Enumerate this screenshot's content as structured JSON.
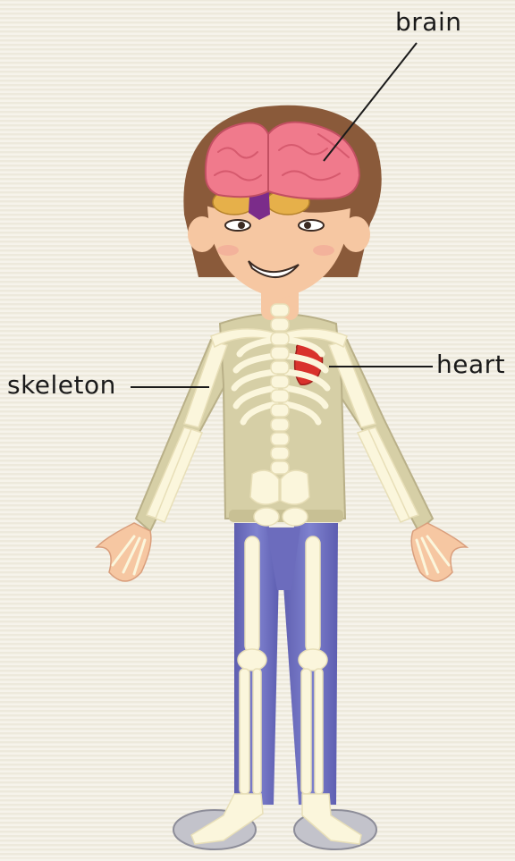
{
  "diagram": {
    "labels": {
      "brain": "brain",
      "heart": "heart",
      "skeleton": "skeleton"
    },
    "colors": {
      "background": "#f1ede0",
      "brain": "#f07a8c",
      "cerebellum": "#e6b04a",
      "brainstem": "#7b2c8a",
      "heart": "#d9322c",
      "bone": "#fbf6dc",
      "sweater": "#d6cfa6",
      "trousers": "#6f6fc0",
      "hair": "#8a5a3a",
      "skin": "#f6c7a2",
      "shoes": "#b8b8c0"
    }
  }
}
